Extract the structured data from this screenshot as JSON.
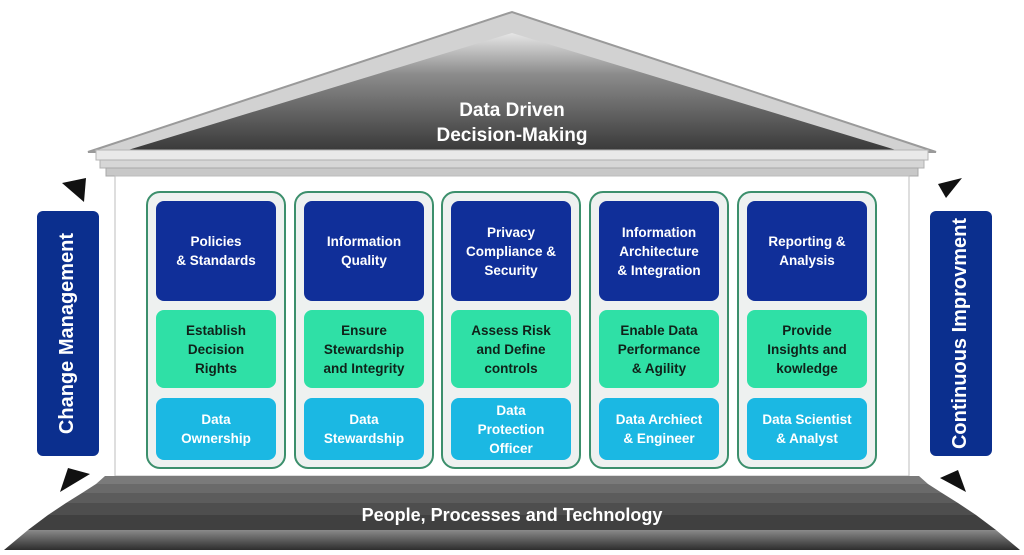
{
  "roof": {
    "title": "Data Driven\nDecision-Making"
  },
  "left_bar": {
    "label": "Change Management"
  },
  "right_bar": {
    "label": "Continuous Improvment"
  },
  "base": {
    "label": "People, Processes and Technology"
  },
  "pillars": [
    {
      "top": "Policies\n& Standards",
      "middle": "Establish\nDecision\nRights",
      "bottom": "Data\nOwnership"
    },
    {
      "top": "Information\nQuality",
      "middle": "Ensure\nStewardship\nand Integrity",
      "bottom": "Data\nStewardship"
    },
    {
      "top": "Privacy\nCompliance &\nSecurity",
      "middle": "Assess Risk\nand Define\ncontrols",
      "bottom": "Data\nProtection\nOfficer"
    },
    {
      "top": "Information\nArchitecture\n& Integration",
      "middle": "Enable Data\nPerformance\n& Agility",
      "bottom": "Data Archiect\n& Engineer"
    },
    {
      "top": "Reporting &\nAnalysis",
      "middle": "Provide\nInsights and\nkowledge",
      "bottom": "Data Scientist\n& Analyst"
    }
  ],
  "colors": {
    "dark_blue": "#102f99",
    "green": "#2fe0a6",
    "cyan": "#1bb8e3",
    "side_bar": "#0b2f8e"
  }
}
